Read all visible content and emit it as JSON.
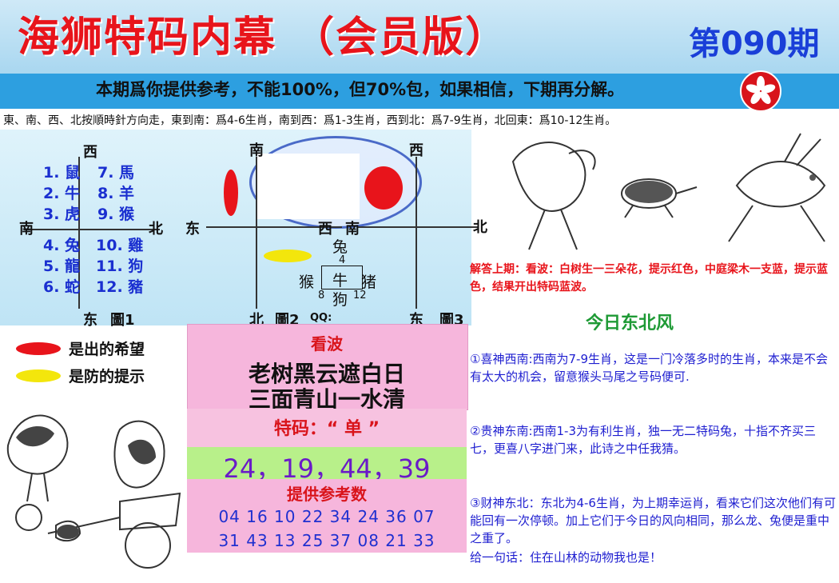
{
  "header": {
    "title": "海狮特码内幕 （会员版）",
    "issue": "第090期"
  },
  "banner": {
    "text": "本期爲你提供参考，不能100%，但70%包，如果相信，下期再分解。"
  },
  "rule_text": "東、南、西、北按順時針方向走，東到南：爲4-6生肖，南到西：爲1-3生肖，西到北：爲7-9生肖，北回東：爲10-12生肖。",
  "figure1": {
    "west": "西",
    "south": "南",
    "north": "北",
    "east": "东",
    "caption": "圖1",
    "col1": [
      "1. 鼠",
      "2. 牛",
      "3. 虎",
      "4. 兔",
      "5. 龍",
      "6. 蛇"
    ],
    "col2": [
      "7. 馬",
      "8. 羊",
      "9. 猴",
      "10. 雞",
      "11. 狗",
      "12. 豬"
    ]
  },
  "figure2": {
    "south": "南",
    "east": "东",
    "west": "西",
    "north": "北",
    "caption": "圖2",
    "qq": "QQ:"
  },
  "figure3": {
    "west": "西",
    "south": "南",
    "north": "北",
    "east": "东",
    "caption": "圖3"
  },
  "center_grid": {
    "top": "兔",
    "top_num": "4",
    "left": "猴",
    "mid": "牛",
    "right": "猪",
    "bottom": "狗",
    "left_num": "8",
    "right_num": "12"
  },
  "legend": {
    "red_text": "是出的希望",
    "yellow_text": "是防的提示"
  },
  "kanbo": {
    "title": "看波",
    "line1": "老树黑云遮白日",
    "line2": "三面青山一水清"
  },
  "tema": {
    "label": "特码：“ 单 ”"
  },
  "numbers": "24，19，44，39",
  "reference": {
    "title": "提供参考数",
    "row1": "04 16 10 22 34 24 36 07",
    "row2": "31 43 13 25 37 08 21 33"
  },
  "prev_answer": {
    "text": "解答上期：看波：白树生一三朵花，提示红色，中庭梁木一支蓝，提示蓝色，结果开出特码蓝波。"
  },
  "today": {
    "title": "今日东北风",
    "p1": "①喜神西南:西南为7-9生肖，这是一门冷落多时的生肖，本来是不会有太大的机会，留意猴头马尾之号码便可.",
    "p2": "②贵神东南:西南1-3为有利生肖，独一无二特码兔，十指不齐买三七，更喜八字进门来，此诗之中任我猜。",
    "p3": "③财神东北：东北为4-6生肖，为上期幸运肖，看来它们这次他们有可能回有一次停顿。加上它们于今日的风向相同，那么龙、兔便是重中之重了。",
    "p4": "给一句话：住在山林的动物我也是！"
  },
  "colors": {
    "title_red": "#e8141b",
    "issue_blue": "#1a3fd8",
    "banner_blue": "#2d9fe0",
    "pink": "#f6b6dc",
    "green_row": "#b8f08a",
    "wind_green": "#1e9a35",
    "para_blue": "#1e1ed0"
  }
}
